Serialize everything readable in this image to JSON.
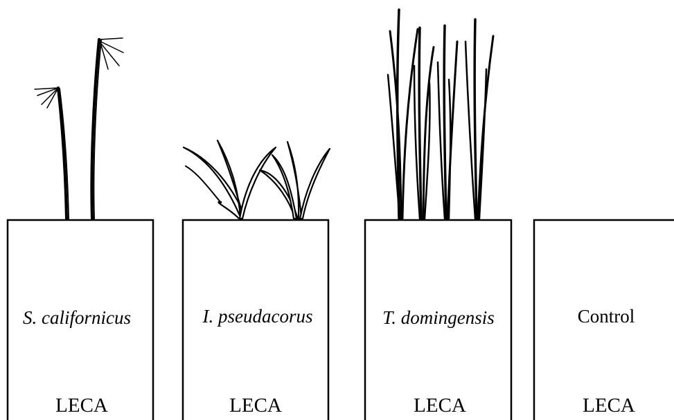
{
  "pots": [
    {
      "plant": "S. californicus",
      "plant_style": "italic",
      "medium": "LECA",
      "drawing": "bulrush-icon"
    },
    {
      "plant": "I. pseudacorus",
      "plant_style": "italic",
      "medium": "LECA",
      "drawing": "iris-icon"
    },
    {
      "plant": "T. domingensis",
      "plant_style": "italic",
      "medium": "LECA",
      "drawing": "cattail-icon"
    },
    {
      "plant": "Control",
      "plant_style": "normal",
      "medium": "LECA",
      "drawing": "none"
    }
  ],
  "colors": {
    "line": "#000000",
    "background": "#ffffff"
  }
}
